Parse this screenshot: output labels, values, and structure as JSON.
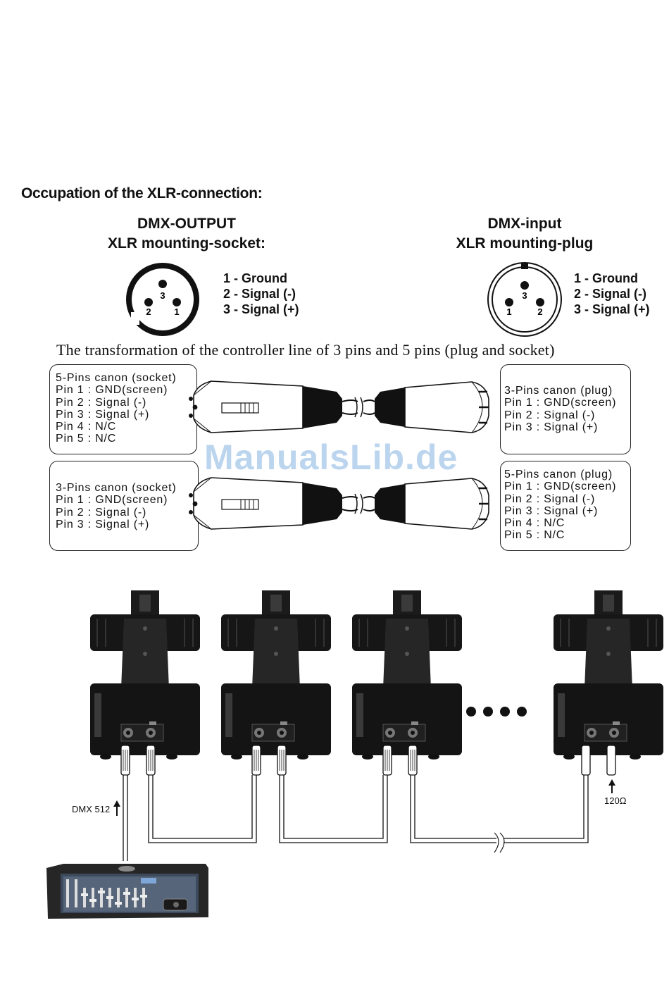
{
  "section_title": "Occupation of the XLR-connection:",
  "output": {
    "title_line1": "DMX-OUTPUT",
    "title_line2": "XLR mounting-socket:",
    "pin_labels": [
      "3",
      "2",
      "1"
    ],
    "pins": [
      "1 - Ground",
      "2 - Signal (-)",
      "3 - Signal (+)"
    ]
  },
  "input": {
    "title_line1": "DMX-input",
    "title_line2": "XLR mounting-plug",
    "pin_labels": [
      "3",
      "1",
      "2"
    ],
    "pins": [
      "1 - Ground",
      "2 - Signal (-)",
      "3 - Signal (+)"
    ]
  },
  "caption": "The transformation of the controller line of 3 pins and 5 pins (plug and socket)",
  "adapters": [
    {
      "left": {
        "title": "5-Pins canon (socket)",
        "pins": [
          "Pin 1 : GND(screen)",
          "Pin 2 : Signal (-)",
          "Pin 3 : Signal (+)",
          "Pin 4 : N/C",
          "Pin 5 : N/C"
        ]
      },
      "right": {
        "title": "3-Pins canon (plug)",
        "pins": [
          "Pin 1 : GND(screen)",
          "Pin 2 : Signal (-)",
          "Pin 3 : Signal (+)"
        ]
      }
    },
    {
      "left": {
        "title": "3-Pins canon (socket)",
        "pins": [
          "Pin 1 : GND(screen)",
          "Pin 2 : Signal (-)",
          "Pin 3 : Signal (+)"
        ]
      },
      "right": {
        "title": "5-Pins canon (plug)",
        "pins": [
          "Pin 1 : GND(screen)",
          "Pin 2 : Signal (-)",
          "Pin 3 : Signal (+)",
          "Pin 4 : N/C",
          "Pin 5 : N/C"
        ]
      }
    }
  ],
  "watermark": "ManualsLib.de",
  "diagram": {
    "dmx_label": "DMX 512",
    "terminator_label": "120Ω",
    "fixture_icon": "moving-head-fixture-icon",
    "controller_icon": "dmx-controller-icon",
    "continuation_icon": "ellipsis-dots-icon"
  }
}
